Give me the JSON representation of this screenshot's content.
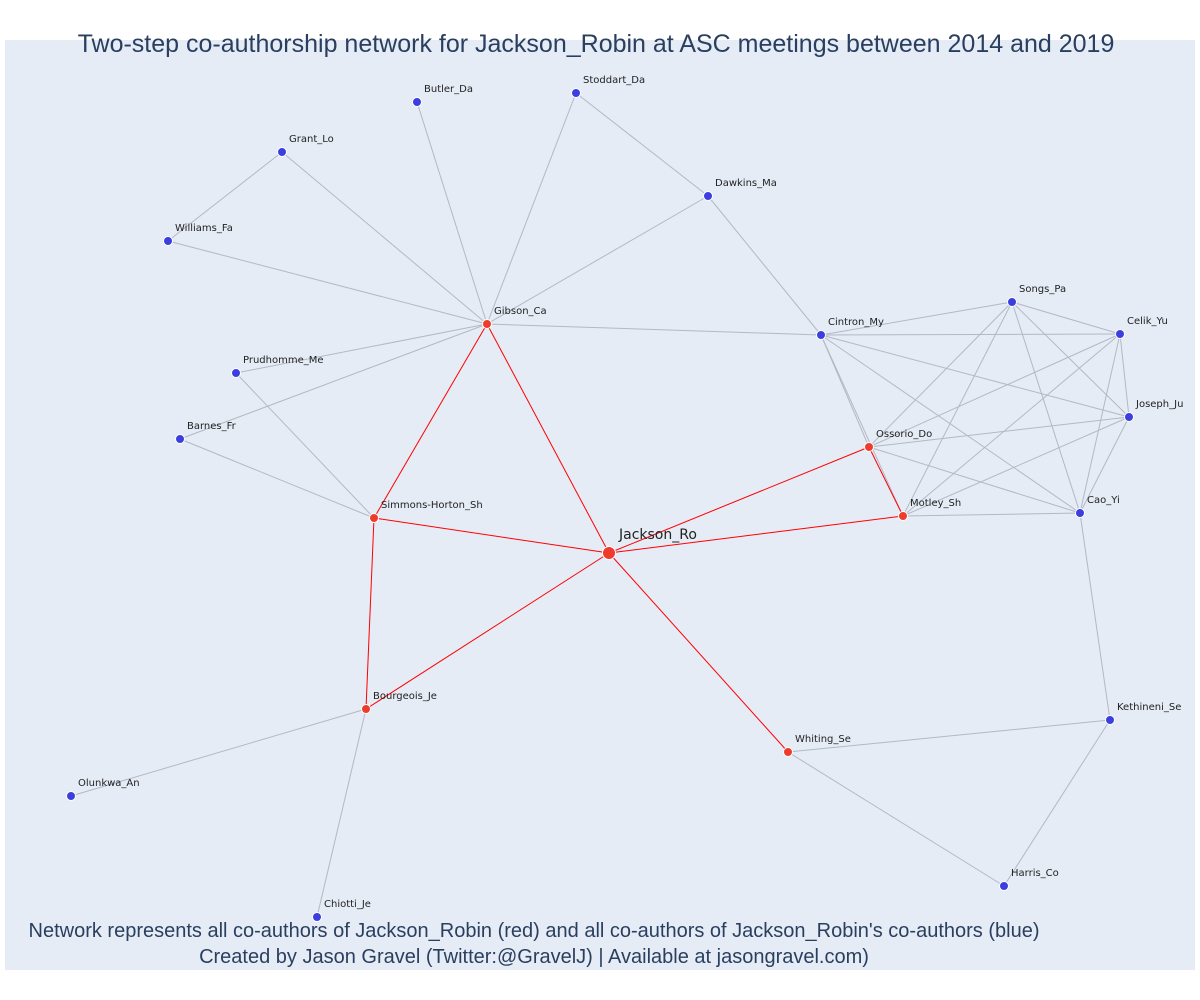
{
  "title": "Two-step co-authorship network for Jackson_Robin at ASC meetings between 2014 and 2019",
  "caption": {
    "line1": "Network represents all co-authors of Jackson_Robin (red) and all co-authors of Jackson_Robin's co-authors (blue)",
    "line2": "Created by Jason Gravel (Twitter:@GravelJ) | Available at jasongravel.com)"
  },
  "colors": {
    "background": "#e5ecf6",
    "red_node": "#ef3b2c",
    "blue_node": "#3b3fe0",
    "red_edge": "#ff0000",
    "gray_edge": "#b4b8c4",
    "text": "#2a3f5f"
  },
  "network": {
    "ego": "Jackson_Ro",
    "nodes": [
      {
        "id": "Jackson_Ro",
        "group": "ego"
      },
      {
        "id": "Gibson_Ca",
        "group": "red"
      },
      {
        "id": "Simmons-Horton_Sh",
        "group": "red"
      },
      {
        "id": "Bourgeois_Je",
        "group": "red"
      },
      {
        "id": "Whiting_Se",
        "group": "red"
      },
      {
        "id": "Ossorio_Do",
        "group": "red"
      },
      {
        "id": "Motley_Sh",
        "group": "red"
      },
      {
        "id": "Butler_Da",
        "group": "blue"
      },
      {
        "id": "Stoddart_Da",
        "group": "blue"
      },
      {
        "id": "Grant_Lo",
        "group": "blue"
      },
      {
        "id": "Dawkins_Ma",
        "group": "blue"
      },
      {
        "id": "Williams_Fa",
        "group": "blue"
      },
      {
        "id": "Songs_Pa",
        "group": "blue"
      },
      {
        "id": "Celik_Yu",
        "group": "blue"
      },
      {
        "id": "Cintron_My",
        "group": "blue"
      },
      {
        "id": "Prudhomme_Me",
        "group": "blue"
      },
      {
        "id": "Joseph_Ju",
        "group": "blue"
      },
      {
        "id": "Barnes_Fr",
        "group": "blue"
      },
      {
        "id": "Cao_Yi",
        "group": "blue"
      },
      {
        "id": "Kethineni_Se",
        "group": "blue"
      },
      {
        "id": "Olunkwa_An",
        "group": "blue"
      },
      {
        "id": "Harris_Co",
        "group": "blue"
      },
      {
        "id": "Chiotti_Je",
        "group": "blue"
      }
    ],
    "edges": [
      [
        "Jackson_Ro",
        "Gibson_Ca",
        "red"
      ],
      [
        "Jackson_Ro",
        "Simmons-Horton_Sh",
        "red"
      ],
      [
        "Jackson_Ro",
        "Bourgeois_Je",
        "red"
      ],
      [
        "Jackson_Ro",
        "Whiting_Se",
        "red"
      ],
      [
        "Jackson_Ro",
        "Ossorio_Do",
        "red"
      ],
      [
        "Jackson_Ro",
        "Motley_Sh",
        "red"
      ],
      [
        "Gibson_Ca",
        "Simmons-Horton_Sh",
        "red"
      ],
      [
        "Simmons-Horton_Sh",
        "Bourgeois_Je",
        "red"
      ],
      [
        "Ossorio_Do",
        "Motley_Sh",
        "red"
      ],
      [
        "Gibson_Ca",
        "Butler_Da",
        "gray"
      ],
      [
        "Gibson_Ca",
        "Stoddart_Da",
        "gray"
      ],
      [
        "Gibson_Ca",
        "Dawkins_Ma",
        "gray"
      ],
      [
        "Gibson_Ca",
        "Grant_Lo",
        "gray"
      ],
      [
        "Grant_Lo",
        "Williams_Fa",
        "gray"
      ],
      [
        "Gibson_Ca",
        "Williams_Fa",
        "gray"
      ],
      [
        "Gibson_Ca",
        "Prudhomme_Me",
        "gray"
      ],
      [
        "Gibson_Ca",
        "Barnes_Fr",
        "gray"
      ],
      [
        "Gibson_Ca",
        "Cintron_My",
        "gray"
      ],
      [
        "Stoddart_Da",
        "Dawkins_Ma",
        "gray"
      ],
      [
        "Dawkins_Ma",
        "Cintron_My",
        "gray"
      ],
      [
        "Prudhomme_Me",
        "Simmons-Horton_Sh",
        "gray"
      ],
      [
        "Barnes_Fr",
        "Simmons-Horton_Sh",
        "gray"
      ],
      [
        "Bourgeois_Je",
        "Olunkwa_An",
        "gray"
      ],
      [
        "Bourgeois_Je",
        "Chiotti_Je",
        "gray"
      ],
      [
        "Whiting_Se",
        "Kethineni_Se",
        "gray"
      ],
      [
        "Whiting_Se",
        "Harris_Co",
        "gray"
      ],
      [
        "Kethineni_Se",
        "Harris_Co",
        "gray"
      ],
      [
        "Kethineni_Se",
        "Cao_Yi",
        "gray"
      ],
      [
        "Cintron_My",
        "Songs_Pa",
        "gray"
      ],
      [
        "Cintron_My",
        "Celik_Yu",
        "gray"
      ],
      [
        "Cintron_My",
        "Joseph_Ju",
        "gray"
      ],
      [
        "Cintron_My",
        "Cao_Yi",
        "gray"
      ],
      [
        "Cintron_My",
        "Ossorio_Do",
        "gray"
      ],
      [
        "Cintron_My",
        "Motley_Sh",
        "gray"
      ],
      [
        "Songs_Pa",
        "Celik_Yu",
        "gray"
      ],
      [
        "Songs_Pa",
        "Joseph_Ju",
        "gray"
      ],
      [
        "Songs_Pa",
        "Cao_Yi",
        "gray"
      ],
      [
        "Songs_Pa",
        "Ossorio_Do",
        "gray"
      ],
      [
        "Songs_Pa",
        "Motley_Sh",
        "gray"
      ],
      [
        "Celik_Yu",
        "Joseph_Ju",
        "gray"
      ],
      [
        "Celik_Yu",
        "Cao_Yi",
        "gray"
      ],
      [
        "Celik_Yu",
        "Ossorio_Do",
        "gray"
      ],
      [
        "Celik_Yu",
        "Motley_Sh",
        "gray"
      ],
      [
        "Joseph_Ju",
        "Cao_Yi",
        "gray"
      ],
      [
        "Joseph_Ju",
        "Ossorio_Do",
        "gray"
      ],
      [
        "Joseph_Ju",
        "Motley_Sh",
        "gray"
      ],
      [
        "Ossorio_Do",
        "Cao_Yi",
        "gray"
      ],
      [
        "Motley_Sh",
        "Cao_Yi",
        "gray"
      ]
    ]
  }
}
